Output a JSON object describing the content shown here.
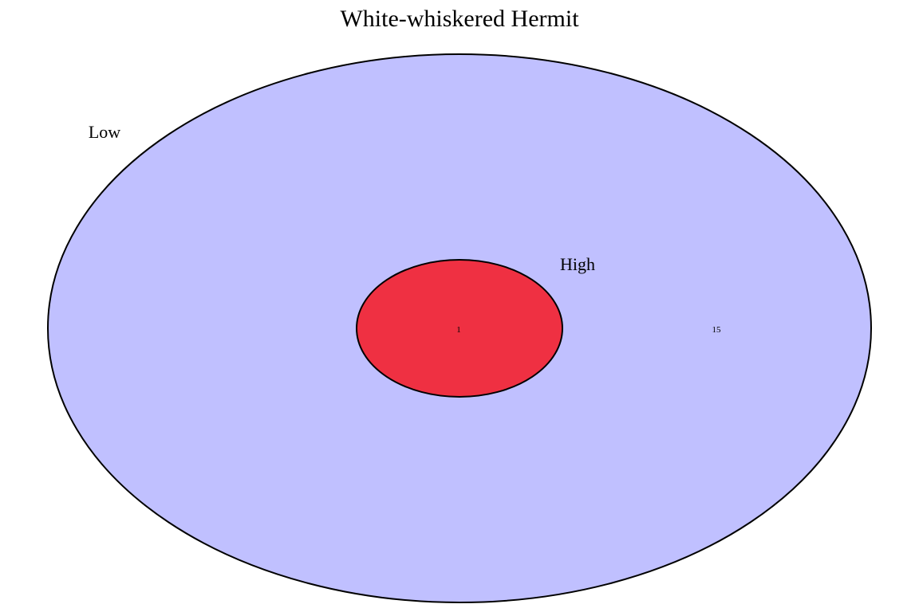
{
  "title": "White-whiskered Hermit",
  "sets": [
    {
      "name": "Low",
      "fill": "#C0C0FF",
      "stroke": "#000000"
    },
    {
      "name": "High",
      "fill": "#EF3042",
      "stroke": "#000000"
    }
  ],
  "regions": {
    "low_only": "15",
    "low_and_high": "1"
  }
}
